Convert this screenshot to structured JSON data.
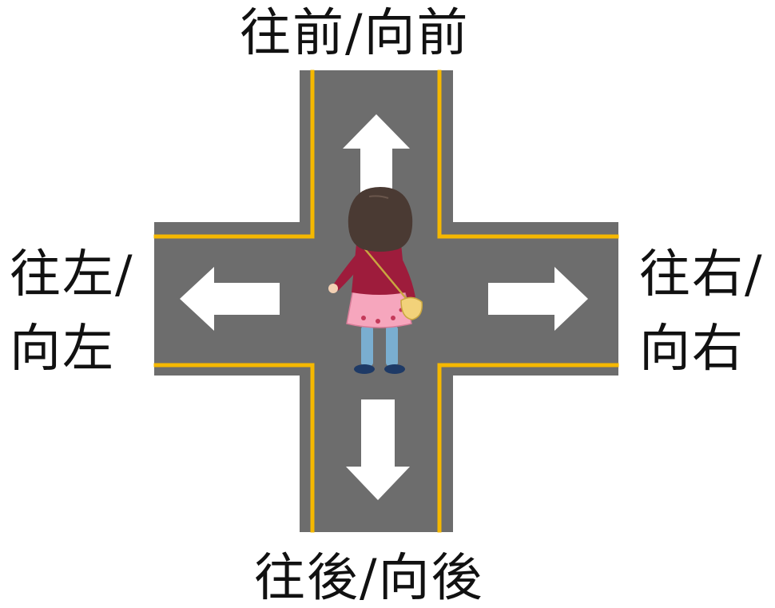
{
  "directions": {
    "forward": "往前/向前",
    "backward": "往後/向後",
    "left": {
      "line1": "往左/",
      "line2": "向左"
    },
    "right": {
      "line1": "往右/",
      "line2": "向右"
    }
  },
  "colors": {
    "road": "#6d6d6d",
    "lane_line": "#f5b800",
    "arrow": "#ffffff",
    "girl_hair": "#4a3a33",
    "girl_top": "#9e1c3c",
    "girl_skirt": "#f6a6bd",
    "girl_socks": "#7aaed0",
    "girl_shoes": "#1e3a66",
    "bag": "#f2d27a"
  },
  "icons": {
    "up": "arrow-up-icon",
    "down": "arrow-down-icon",
    "left": "arrow-left-icon",
    "right": "arrow-right-icon"
  }
}
